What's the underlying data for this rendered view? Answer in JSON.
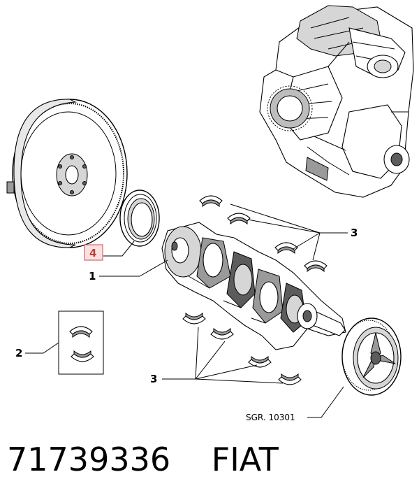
{
  "callouts": {
    "crankshaft": "1",
    "thrust_bearings": "2",
    "main_bearings_upper": "3",
    "main_bearings_lower": "3",
    "oil_seal": "4"
  },
  "reference_code": "SGR. 10301",
  "caption": {
    "part_number": "71739336",
    "brand": "FIAT"
  },
  "colors": {
    "highlight_box": "#e06060",
    "line": "#000000"
  }
}
